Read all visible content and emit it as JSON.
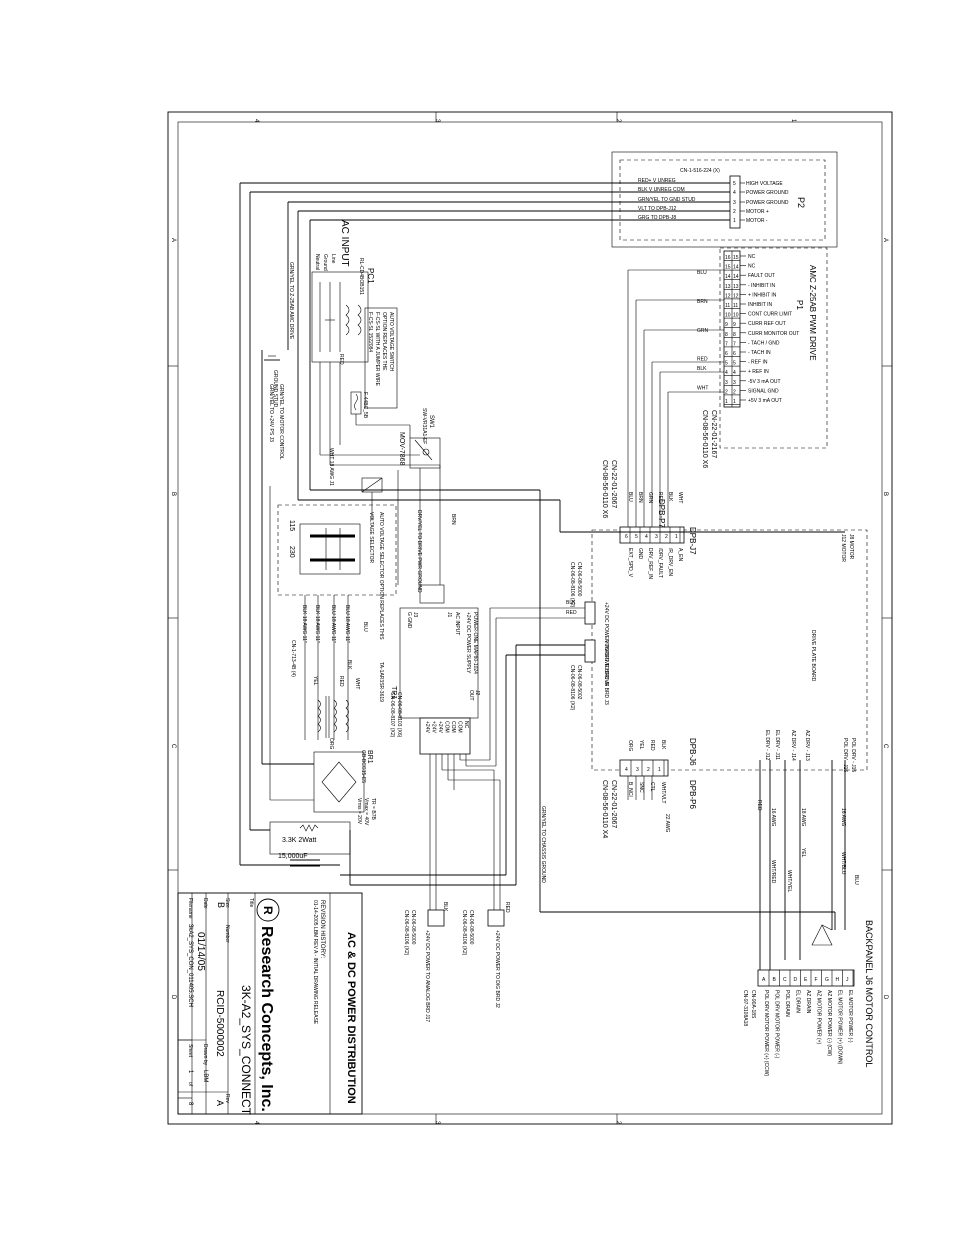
{
  "title_block": {
    "title_label": "Title",
    "title": "AC & DC POWER DISTRIBUTION",
    "revision_history_label": "REVISION HISTORY:",
    "revision_history_entry": "01-14-2005 LBM REV A - INITIAL DRAWING RELEASE",
    "company": "Research Concepts, Inc.",
    "company_logo_letter": "R",
    "size_label": "Size",
    "size": "B",
    "number_label": "Number",
    "number": "RCID-5000002",
    "rev_label": "Rev",
    "rev": "A",
    "date_label": "Date",
    "date": "01/14/05",
    "drawn_by_label": "Drawn by",
    "drawn_by": "LBM",
    "filename_label": "Filename",
    "filename": "3kA2_SYS_CON_011405.SCH",
    "sheet_label": "Sheet",
    "sheet": "1",
    "of_label": "of",
    "sheet_total": "8",
    "drawing_name": "3K-A2_SYS_CONNECT"
  },
  "zones": {
    "numbers": [
      "4",
      "3",
      "2",
      "1"
    ],
    "letters": [
      "A",
      "B",
      "C",
      "D"
    ]
  },
  "ac_input": {
    "title": "AC INPUT",
    "terminals": [
      "Line",
      "Ground",
      "Neutral"
    ],
    "filter_ref": "PC1",
    "filter_part": "RL-CD4BOB151"
  },
  "pc1_note": {
    "lines": [
      "AUTO VOLTAGE SWITCH",
      "OPTION REPLACES THE",
      "F-CS-SL WITH A JUMPER WIRE",
      "F-CS-SL 1522084"
    ]
  },
  "fuse": {
    "label": "F-44BC_5B"
  },
  "sw1": {
    "ref": "SW1",
    "part": "SW-VR31A1-EF"
  },
  "mov": {
    "label": "MOV-7868"
  },
  "ground_stud": {
    "label": "GROUND STUD",
    "wires": [
      "GRN/YEL TO Z-25AB AMC DRIVE",
      "GRN/YEL TO MOTOR CONTROL",
      "GRN/YEL TO +24V PS J3"
    ]
  },
  "ac_notes": {
    "wht": "WHT 18 AWG J1",
    "red": "RED",
    "brn": "BRN",
    "drv_note": "DRV/YEL TO DRIVE PWR GROUND"
  },
  "voltage_selector": {
    "title": "AUTO VOLTAGE SELECTOR OPTION REPLACES THIS",
    "subtitle": "VOLTAGE SELECTOR",
    "v115": "115",
    "v230": "230"
  },
  "transformer": {
    "ref": "TR1",
    "part": "TA-1AR3SR-3619",
    "secondary_part": "CN-1-713-4B (4)",
    "leads": [
      "BLK 18 AWG 11\"",
      "BLK 18 AWG 11\"",
      "BLU 18 AWG 11\"",
      "BLU 18 AWG 11\""
    ],
    "secondary_leads": [
      "YEL",
      "YEL",
      "RED",
      "BLK",
      "WHT",
      "BLU",
      "ORG"
    ]
  },
  "bridge": {
    "ref": "BR1",
    "part": "GB-BCG15-E5"
  },
  "caps": {
    "resistor": "3.3K 2Watt",
    "capacitor": "15,000uF",
    "specs": [
      "TR = B7B",
      "Vmax = 40V",
      "Vrms = 20V"
    ]
  },
  "power_supply": {
    "title": "POWER-ONE MAP80-1024",
    "subtitle": "+24V DC POWER SUPPLY",
    "ac_input": "AC INPUT",
    "j1": "J1",
    "j2": "J2",
    "j3": "J3",
    "out": "OUT",
    "gnd": "G GND",
    "pins": [
      "+24V",
      "+24V",
      "+24V",
      "COM",
      "COM",
      "COM",
      "NC"
    ],
    "conn_part": "CN-06-08-8103 (X6)",
    "conn_part2": "CN-06-08-8107 (X2)"
  },
  "connectors": {
    "dc_to_drive": {
      "title": "+24V DC POWER TO DRIVE BRD J4",
      "part": "CN-06-08-5000",
      "part2": "CN-06-08-8106 (X2)",
      "wires": [
        "BLK",
        "RED"
      ]
    },
    "unreg_to_drive": {
      "title": "VUNREG TO DRIVE BRD J3",
      "part": "CN-06-08-5002",
      "part2": "CN-06-08-8106 (X2)"
    },
    "to_analog": {
      "title": "+24V DC POWER TO ANALOG BRD J17",
      "part": "CN-06-08-5000",
      "part2": "CN-06-08-8106 (X2)",
      "wires": [
        "BLK",
        "RED"
      ]
    },
    "to_dig": {
      "title": "+24V DC POWER TO DIG BRD J2",
      "part": "CN-06-08-5000",
      "part2": "CN-06-08-8106 (X2)",
      "wires": [
        "BLK",
        "RED"
      ]
    },
    "grnd_chassis": "GRN/YEL TO CHASSIS GROUND"
  },
  "p2": {
    "ref": "P2",
    "part": "CN-1-516-224 (X)",
    "rows": [
      {
        "wire": "RED+ V UNREG",
        "pin": "5",
        "signal": "HIGH VOLTAGE"
      },
      {
        "wire": "BLK V UNREG COM",
        "pin": "4",
        "signal": "POWER GROUND"
      },
      {
        "wire": "GRN/YEL TO GND STUD",
        "pin": "3",
        "signal": "POWER GROUND"
      },
      {
        "wire": "VLT TO DPB-J12",
        "pin": "2",
        "signal": "MOTOR +"
      },
      {
        "wire": "GRG TO DPB-J8",
        "pin": "1",
        "signal": "MOTOR -"
      }
    ]
  },
  "amc_drive": {
    "title": "AMC Z-25AB PWM DRIVE",
    "p1": "P1",
    "part": "CN-22-01-2167",
    "part2": "CN-08-56-0110 X6",
    "pins": [
      {
        "a": "16",
        "b": "15",
        "signal": "NC",
        "wire": ""
      },
      {
        "a": "15",
        "b": "14",
        "signal": "NC",
        "wire": ""
      },
      {
        "a": "14",
        "b": "14",
        "signal": "FAULT OUT",
        "wire": "BLU"
      },
      {
        "a": "13",
        "b": "13",
        "signal": "- INHIBIT IN",
        "wire": ""
      },
      {
        "a": "12",
        "b": "12",
        "signal": "+ INHIBIT IN",
        "wire": ""
      },
      {
        "a": "11",
        "b": "11",
        "signal": "INHIBIT IN",
        "wire": "BRN"
      },
      {
        "a": "10",
        "b": "10",
        "signal": "CONT CURR LIMIT",
        "wire": ""
      },
      {
        "a": "9",
        "b": "9",
        "signal": "CURR REF OUT",
        "wire": ""
      },
      {
        "a": "8",
        "b": "8",
        "signal": "CURR MONITOR OUT",
        "wire": "GRN"
      },
      {
        "a": "7",
        "b": "7",
        "signal": "- TACH / GND",
        "wire": ""
      },
      {
        "a": "6",
        "b": "6",
        "signal": "- TACH IN",
        "wire": ""
      },
      {
        "a": "5",
        "b": "5",
        "signal": "- REF IN",
        "wire": "RED"
      },
      {
        "a": "4",
        "b": "4",
        "signal": "+ REF IN",
        "wire": "BLK"
      },
      {
        "a": "3",
        "b": "3",
        "signal": "-5V 3 mA OUT",
        "wire": ""
      },
      {
        "a": "2",
        "b": "2",
        "signal": "SIGNAL GND",
        "wire": "WHT"
      },
      {
        "a": "1",
        "b": "1",
        "signal": "+5V 3 mA OUT",
        "wire": ""
      }
    ]
  },
  "dpb_j7": {
    "title": "DPB-J7",
    "subtitle": "DPB-P7",
    "part": "CN-22-01-2067",
    "part2": "CN-08-56-0110 X6",
    "wires": [
      "BLU",
      "BRN",
      "GRN",
      "RED",
      "BLK",
      "WHT"
    ],
    "signals": [
      "EXT_SPD_V",
      "GND",
      "DRV_REF_IN",
      "/DRV_FAULT",
      "/R_DRV_EN",
      "A_EN"
    ]
  },
  "dpb_j6": {
    "title": "DPB-J6",
    "subtitle": "DPB-P6",
    "part": "CN-22-01-2067",
    "part2": "CN-08-56-0110 X4",
    "wires": [
      "ORG",
      "YEL",
      "RED",
      "BLK"
    ],
    "signals": [
      "B_NCI",
      "SNC",
      "CTL",
      "WHT/VLT"
    ],
    "awg": "22 AWG"
  },
  "drive_plate": {
    "label": "DRIVE PLATE BOARD",
    "j8": "J8 MOTOR",
    "j12": "J12 MOTOR",
    "motor_labels": [
      "POL DRV - J15",
      "POL DRV - J16",
      "AZ DRV - J13",
      "AZ DRV - J14",
      "EL DRV - J11",
      "EL DRV - J12"
    ],
    "wire_awg": [
      "16 AWG",
      "16 AWG",
      "18 AWG",
      "18 AWG"
    ],
    "wire_colors": [
      "WHT/BLU",
      "BLU",
      "WHT/YEL",
      "YEL",
      "WHT/RED",
      "RED"
    ]
  },
  "backpanel": {
    "title": "BACKPANEL J6 MOTOR CONTROL",
    "part": "CN-90A-18S",
    "part2": "CN-97-3108A18",
    "pins": [
      {
        "pin": "A",
        "signal": "POL DRV MOTOR POWER (+) (CCW)"
      },
      {
        "pin": "B",
        "signal": "POL DRV MOTOR POWER (-)"
      },
      {
        "pin": "C",
        "signal": "POL DRAIN"
      },
      {
        "pin": "D",
        "signal": "EL DRAIN"
      },
      {
        "pin": "E",
        "signal": "AZ DRAIN"
      },
      {
        "pin": "F",
        "signal": "AZ MOTOR POWER (+)"
      },
      {
        "pin": "G",
        "signal": "AZ MOTOR POWER (-) (CW)"
      },
      {
        "pin": "H",
        "signal": "EL MOTOR POWER (+) (DOWN)"
      },
      {
        "pin": "J",
        "signal": "EL MOTOR POWER (-)"
      }
    ]
  }
}
